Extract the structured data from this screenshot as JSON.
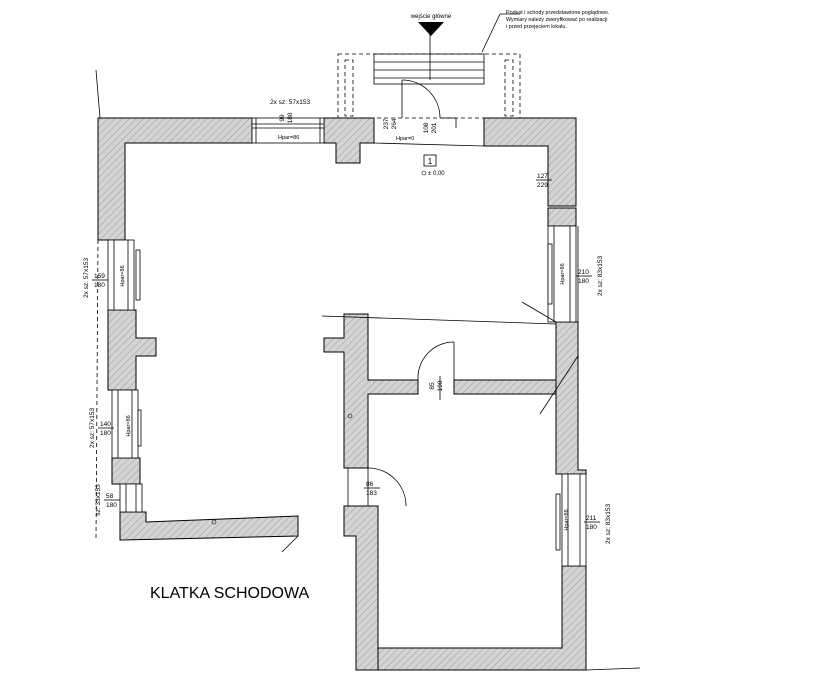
{
  "entrance": {
    "label": "wejście główne",
    "note_lines": [
      "Podest i schody przedstawione poglądowo.",
      "Wymiary należy zweryfikować po realizacji",
      "i przed przejęciem lokalu."
    ]
  },
  "room": {
    "number": "1",
    "level": "± 0,00"
  },
  "stair_label": "KLATKA SCHODOWA",
  "top_window": {
    "spec": "2x sz: 57x153",
    "w": "99",
    "h": "180",
    "hpar": "Hpar=86"
  },
  "entry_opening": {
    "w": "237",
    "h": "264",
    "hpar": "Hpar=0"
  },
  "entry_door": {
    "w": "108",
    "h": "201"
  },
  "right_opening": {
    "w": "127",
    "h": "229"
  },
  "right_window_1": {
    "spec": "2x sz: 83x153",
    "w": "210",
    "h": "180",
    "hpar": "Hpar=86"
  },
  "right_window_2": {
    "spec": "2x sz: 83x153",
    "w": "211",
    "h": "180",
    "hpar": "Hpar=86"
  },
  "left_window_1": {
    "spec": "2x sz: 57x153",
    "w": "159",
    "h": "180",
    "hpar": "Hpar=86"
  },
  "left_window_2": {
    "spec": "2x sz: 57x153",
    "w": "140",
    "h": "180",
    "hpar": "Hpar=86"
  },
  "left_window_3": {
    "spec": "sz: 33x153",
    "w": "58",
    "h": "180"
  },
  "inner_door_1": {
    "w": "85",
    "h": "190"
  },
  "inner_door_2": {
    "w": "86",
    "h": "183"
  }
}
